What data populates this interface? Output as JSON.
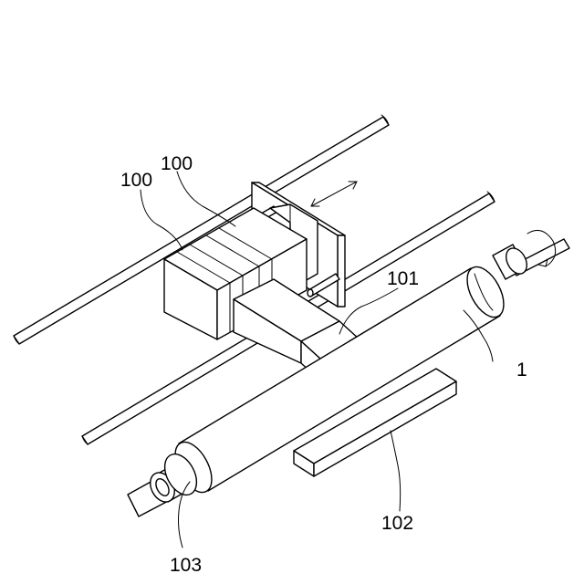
{
  "labels": {
    "head_unit_rear": "100",
    "head_unit_front": "100",
    "nozzle": "101",
    "blade": "102",
    "roller": "1",
    "roller_core": "103"
  }
}
